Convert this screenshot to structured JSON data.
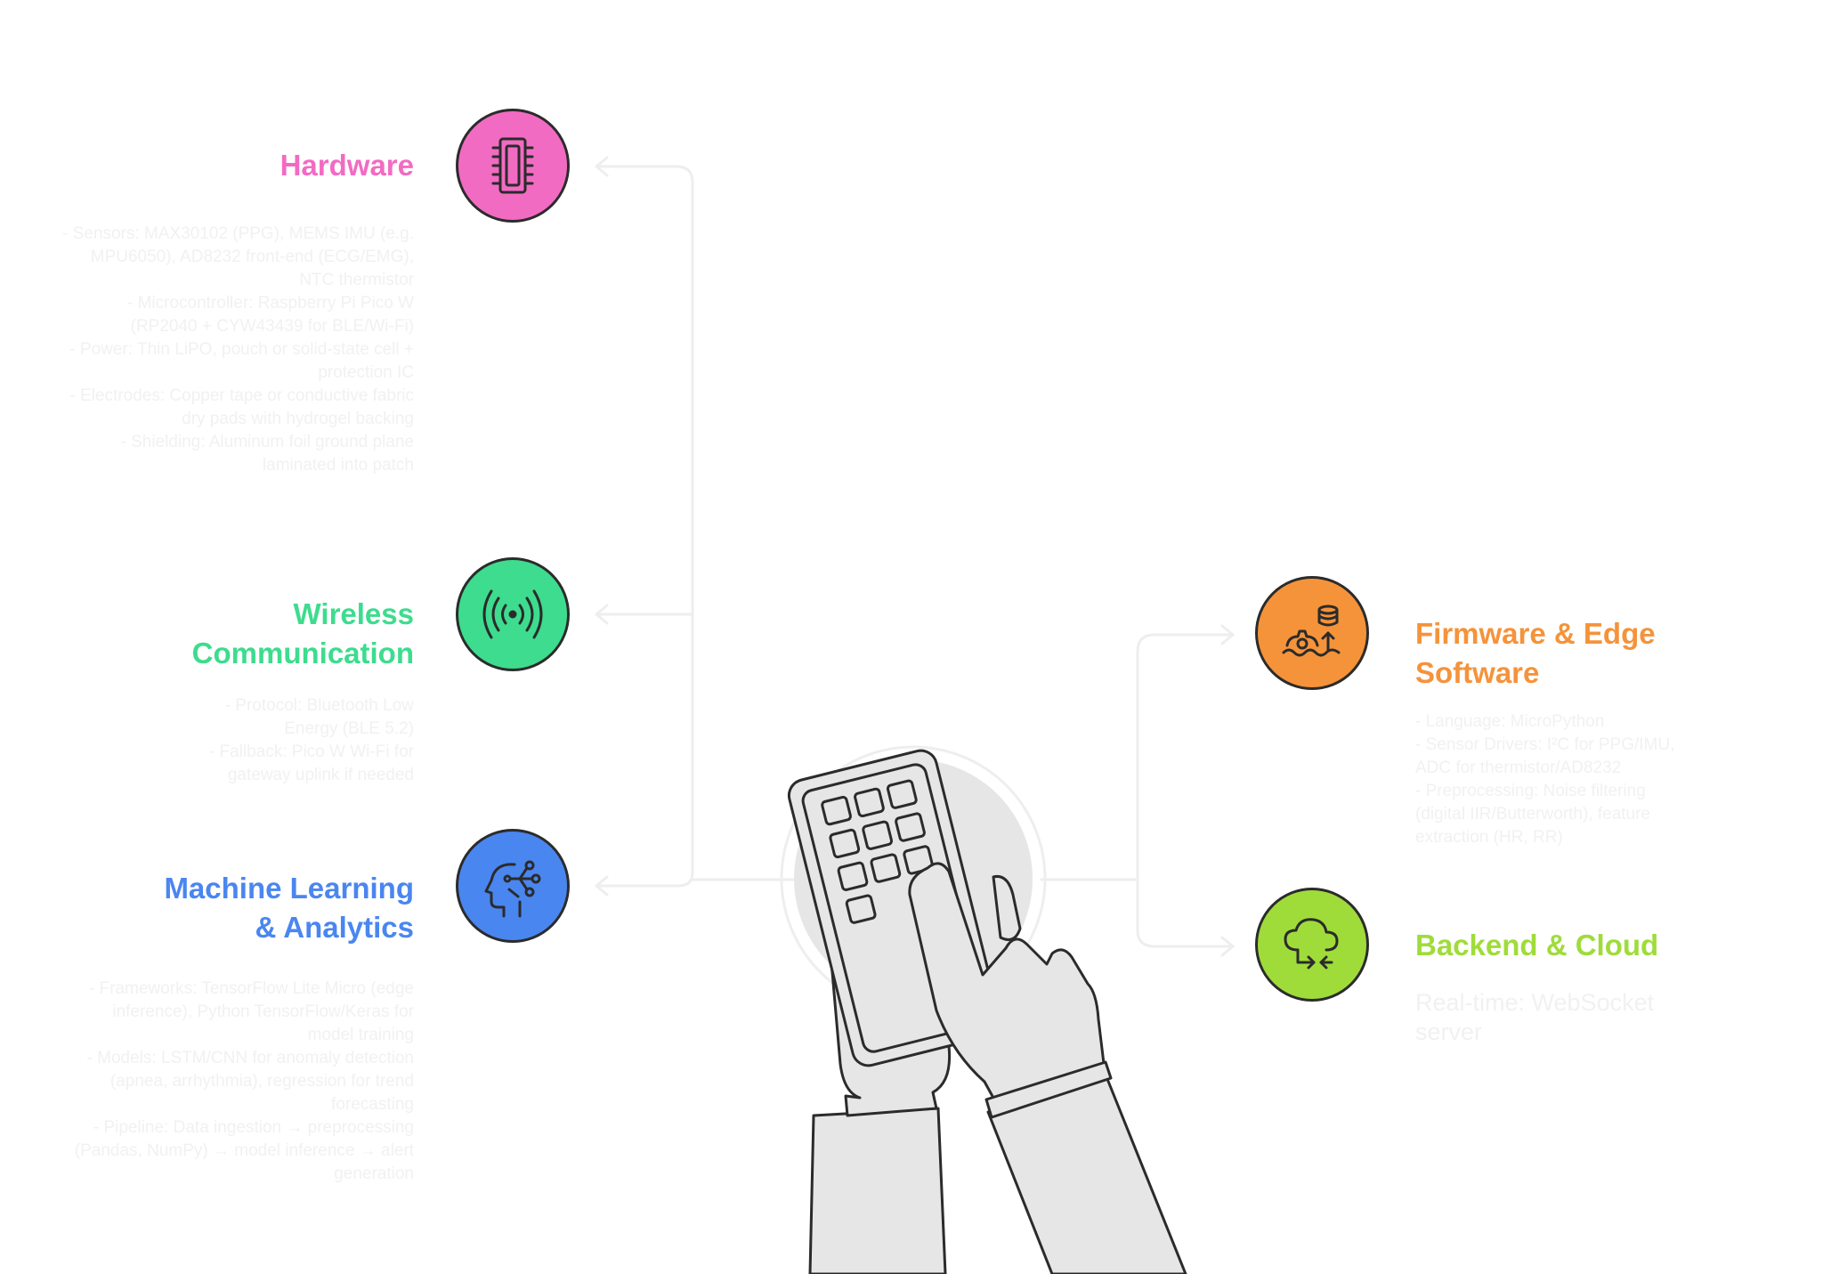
{
  "nodes": {
    "hardware": {
      "title_line1": "Hardware",
      "title_line2": "",
      "color": "#f26bc3",
      "icon": "microchip-icon",
      "description": "- Sensors: MAX30102 (PPG), MEMS IMU (e.g.\nMPU6050), AD8232 front-end (ECG/EMG),\nNTC thermistor\n- Microcontroller: Raspberry Pi Pico W\n(RP2040 + CYW43439 for BLE/Wi-Fi)\n- Power: Thin LiPO, pouch or solid-state cell +\nprotection IC\n- Electrodes: Copper tape or conductive fabric\ndry pads with hydrogel backing\n- Shielding: Aluminum foil ground plane\nlaminated into patch"
    },
    "wireless": {
      "title_line1": "Wireless",
      "title_line2": "Communication",
      "color": "#3ddc8e",
      "icon": "wireless-signal-icon",
      "description": "- Protocol: Bluetooth Low\nEnergy (BLE 5.2)\n- Fallback: Pico W Wi-Fi for\ngateway uplink if needed"
    },
    "ml": {
      "title_line1": "Machine Learning",
      "title_line2": "& Analytics",
      "color": "#4a86f0",
      "icon": "ai-head-icon",
      "description": "- Frameworks: TensorFlow Lite Micro (edge\ninference), Python TensorFlow/Keras for\nmodel training\n- Models: LSTM/CNN for anomaly detection\n(apnea, arrhythmia), regression for trend\nforecasting\n- Pipeline: Data ingestion → preprocessing\n(Pandas, NumPy) → model inference → alert\ngeneration"
    },
    "firmware": {
      "title_line1": "Firmware & Edge",
      "title_line2": "Software",
      "color": "#f5933a",
      "icon": "gear-database-icon",
      "description": "- Language: MicroPython\n- Sensor Drivers: I²C for PPG/IMU,\nADC for thermistor/AD8232\n- Preprocessing: Noise filtering\n(digital IIR/Butterworth), feature\nextraction (HR, RR)"
    },
    "backend": {
      "title_line1": "Backend & Cloud",
      "title_line2": "",
      "color": "#9fdc3a",
      "icon": "cloud-sync-icon",
      "description": "Real-time: WebSocket\nserver"
    }
  }
}
